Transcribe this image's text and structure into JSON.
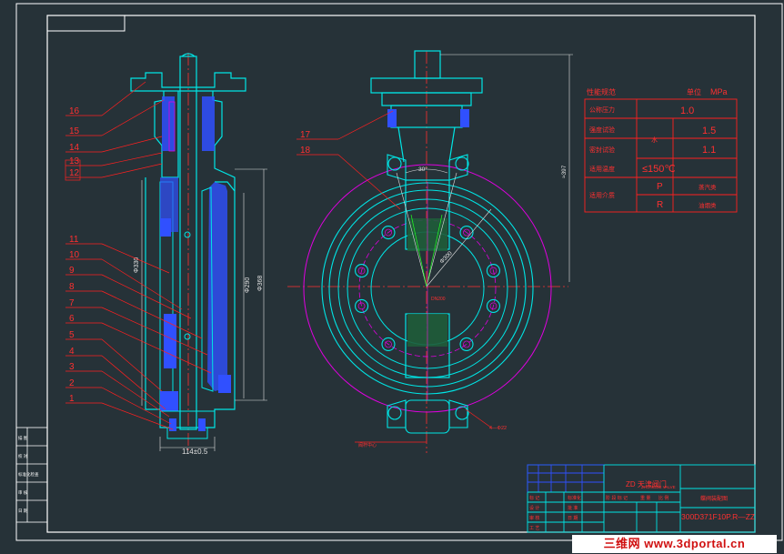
{
  "colors": {
    "background": "#263238",
    "border": "#ffffff",
    "outline": "#00e5e5",
    "center_line": "#ff3030",
    "leader": "#ff2020",
    "hatch": "#3050ff",
    "circle": "#e000e0",
    "table": "#ff2020",
    "dim_text": "#e0e0e0",
    "green": "#20ff20",
    "yellow": "#e0e020"
  },
  "part_numbers": [
    "16",
    "15",
    "14",
    "13",
    "12",
    "11",
    "10",
    "9",
    "8",
    "7",
    "6",
    "5",
    "4",
    "3",
    "2",
    "1"
  ],
  "front_part_numbers": [
    "17",
    "18"
  ],
  "dimensions": {
    "bottom_width": "114±0.5",
    "left_dia": "Φ330",
    "mid_dia": "Φ290",
    "right_dia": "Φ368",
    "overall_height": "≈397",
    "bolt_circle": "Φ300",
    "angle": "30°"
  },
  "front_annotations": {
    "bottom_hole": "4—Φ22",
    "center_label": "DN200",
    "lower_note": "阀杆中心"
  },
  "spec_table": {
    "title": "性能规范",
    "unit_label": "单位",
    "unit": "MPa",
    "rows": [
      {
        "label": "公称压力",
        "value": "1.0"
      },
      {
        "label": "强度试验",
        "medium": "水",
        "value": "1.5"
      },
      {
        "label": "密封试验",
        "value": "1.1"
      },
      {
        "label": "适用温度",
        "value": "≤150℃"
      },
      {
        "label": "适用介质",
        "value": "P",
        "note": "蒸汽类"
      },
      {
        "label": "",
        "value": "R",
        "note": "油烟类"
      }
    ]
  },
  "left_stamp": [
    "描 图",
    "校 对",
    "标准化检查",
    "审 核",
    "日 期"
  ],
  "title_block": {
    "company": "ZD 天津阀门",
    "company_sub": "ZHONGDE VALVE",
    "drawing_title": "蝶阀装配图",
    "drawing_no": "300D371F10P.R—ZZ",
    "rows": [
      "标 记",
      "设 计",
      "审 核",
      "工 艺"
    ],
    "cols": [
      "标准化",
      "批 准",
      "日 期"
    ],
    "scale_labels": [
      "阶 段 标 记",
      "重 量",
      "比 例"
    ]
  },
  "watermark": "三维网 www.3dportal.cn"
}
